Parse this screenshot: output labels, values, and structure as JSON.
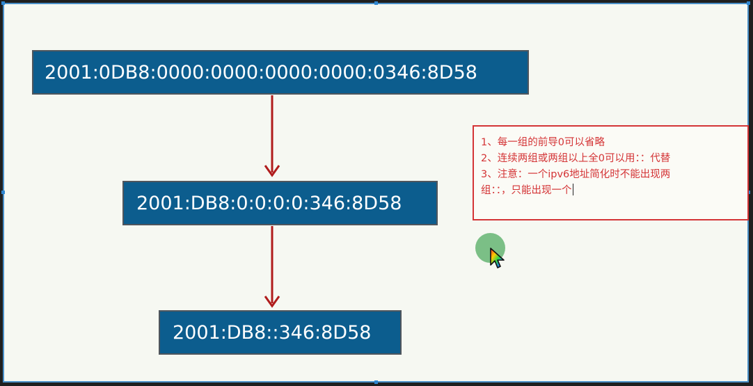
{
  "boxes": {
    "full": "2001:0DB8:0000:0000:0000:0000:0346:8D58",
    "leading_zeros_removed": "2001:DB8:0:0:0:0:346:8D58",
    "compressed": "2001:DB8::346:8D58"
  },
  "notes": {
    "line1": "1、每一组的前导0可以省略",
    "line2": "2、连续两组或两组以上全0可以用：：代替",
    "line3": "3、注意：一个ipv6地址简化时不能出现两",
    "line4": "组：：，只能出现一个"
  },
  "colors": {
    "box_fill": "#0c5d8e",
    "arrow": "#b01c1c",
    "note_text": "#d43436"
  },
  "icons": {
    "cursor": "rainbow-pointer-icon",
    "cursor_highlight": "click-highlight-icon"
  }
}
